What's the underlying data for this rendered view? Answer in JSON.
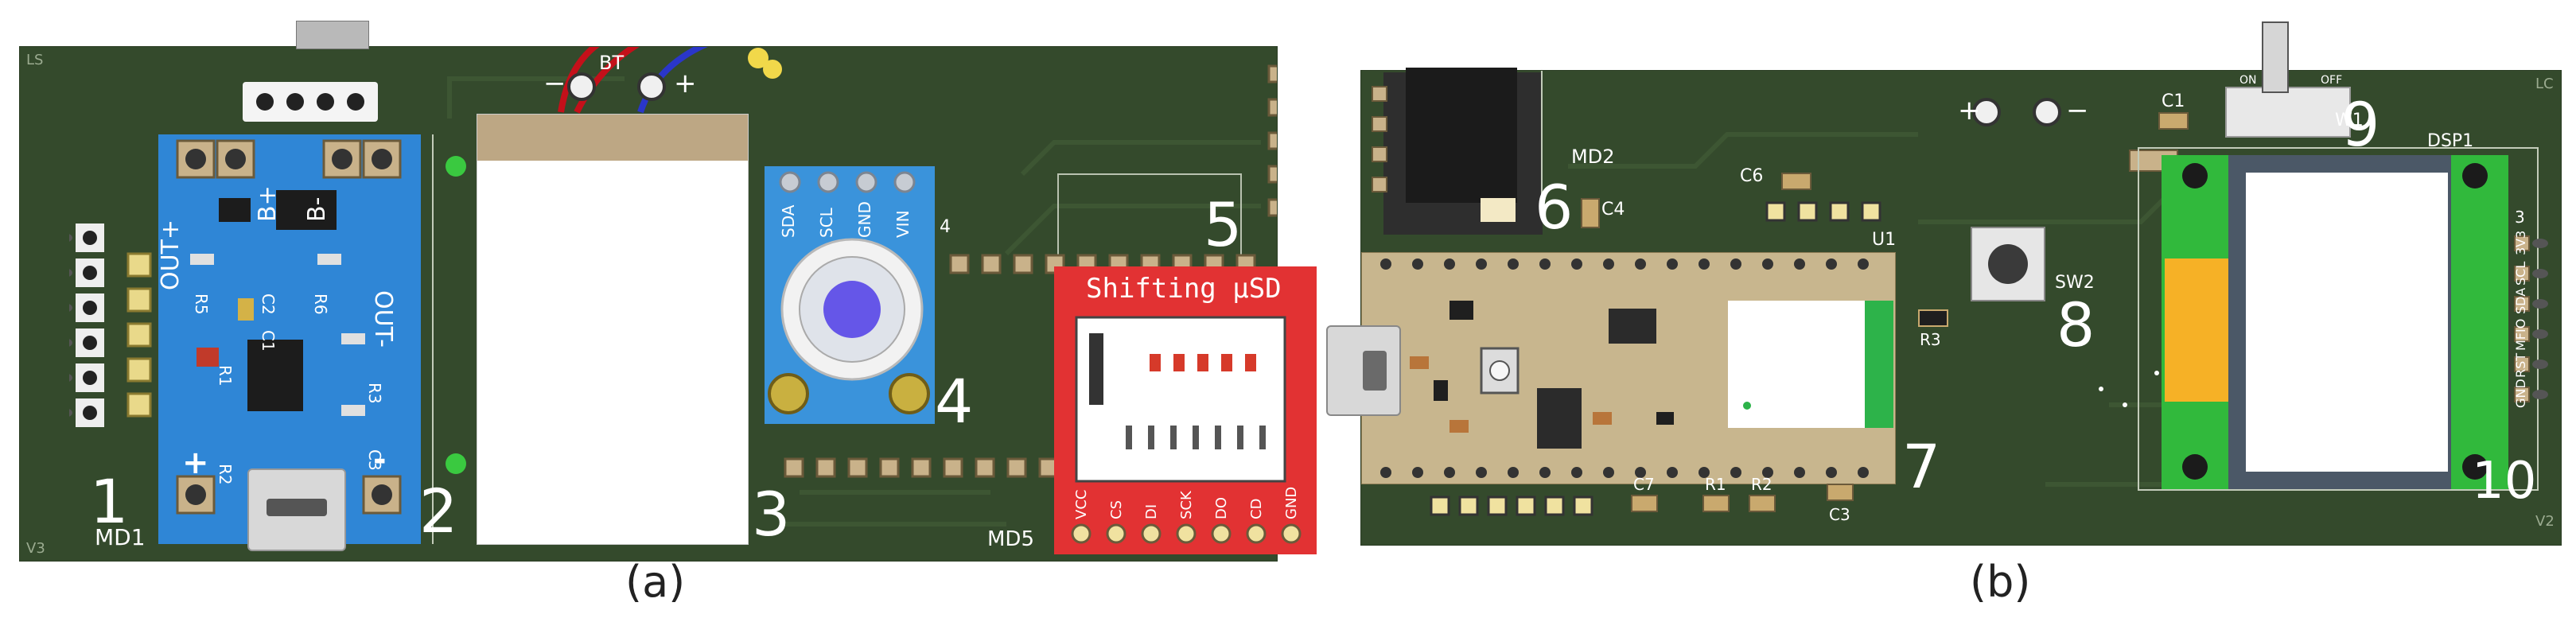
{
  "captions": {
    "a": "(a)",
    "b": "(b)"
  },
  "board_a": {
    "labels": {
      "md1": "MD1",
      "md5": "MD5",
      "bt": "BT",
      "bt_minus": "−",
      "bt_plus": "+",
      "corner_ls": "LS",
      "corner_v3": "V3"
    },
    "charger": {
      "out_plus": "OUT+",
      "out_minus": "OUT-",
      "b_plus": "B+",
      "b_minus": "B-",
      "r5": "R5",
      "r6": "R6",
      "c1": "C1",
      "c2": "C2",
      "r1": "R1",
      "r2": "R2",
      "r3": "R3",
      "c3": "C3",
      "plus": "+",
      "minus": "-"
    },
    "sensor": {
      "pins": [
        "SDA",
        "SCL",
        "GND",
        "VIN"
      ],
      "ref": "4"
    },
    "sd": {
      "title": "Shifting µSD",
      "pins": [
        "VCC",
        "CS",
        "DI",
        "SCK",
        "DO",
        "CD",
        "GND"
      ]
    },
    "callouts": [
      "1",
      "2",
      "3",
      "4",
      "5"
    ]
  },
  "board_b": {
    "labels": {
      "md2": "MD2",
      "c4": "C4",
      "c6": "C6",
      "c1": "C1",
      "on": "ON",
      "off": "OFF",
      "w1": "W1",
      "dsp1": "DSP1",
      "u1": "U1",
      "sw2": "SW2",
      "r3": "R3",
      "c7": "C7",
      "r1": "R1",
      "r2": "R2",
      "c3": "C3",
      "plus": "+",
      "minus": "−",
      "corner_lc": "LC",
      "corner_v2": "V2"
    },
    "display_pins": [
      "GND",
      "RST",
      "MFIO",
      "SDA",
      "SCL",
      "3V3"
    ],
    "display_ref": "3",
    "callouts": [
      "6",
      "7",
      "8",
      "9",
      "10"
    ]
  },
  "colors": {
    "pcb": "#344a2c",
    "charger_board": "#2f86d6",
    "sensor_board": "#3a93db",
    "sd_board": "#e23233",
    "mcu_board": "#c8b68e",
    "display_board": "#31b93c",
    "display_fpc": "#f6b126",
    "battery_cap": "#bda784"
  }
}
